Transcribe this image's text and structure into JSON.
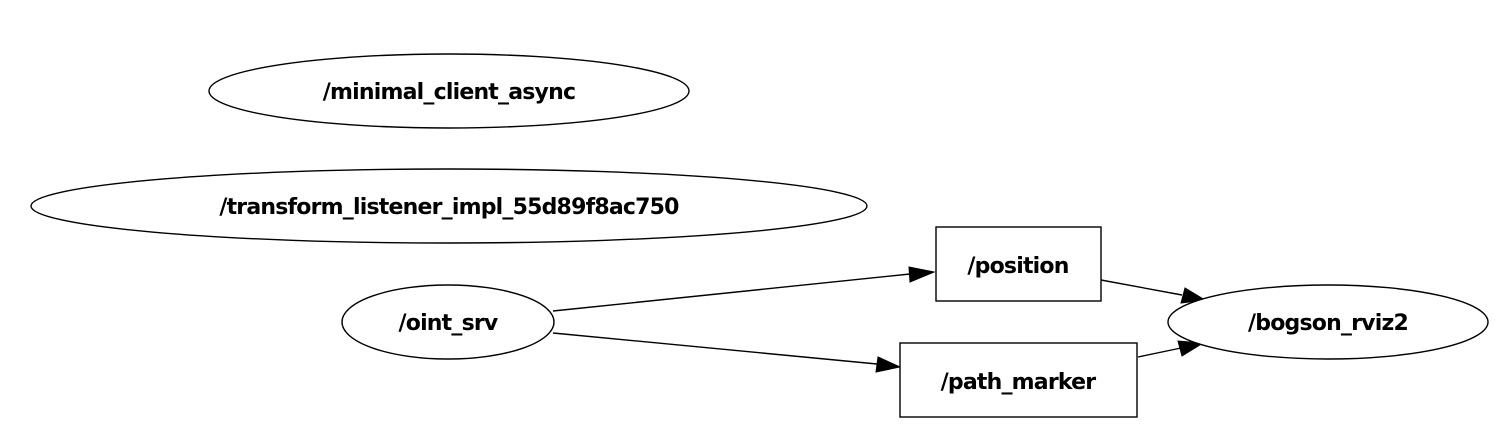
{
  "graph": {
    "nodes": {
      "minimal_client_async": {
        "label": "/minimal_client_async",
        "shape": "ellipse"
      },
      "transform_listener": {
        "label": "/transform_listener_impl_55d89f8ac750",
        "shape": "ellipse"
      },
      "oint_srv": {
        "label": "/oint_srv",
        "shape": "ellipse"
      },
      "position": {
        "label": "/position",
        "shape": "box"
      },
      "path_marker": {
        "label": "/path_marker",
        "shape": "box"
      },
      "bogson_rviz2": {
        "label": "/bogson_rviz2",
        "shape": "ellipse"
      }
    },
    "edges": [
      {
        "from": "oint_srv",
        "to": "position"
      },
      {
        "from": "oint_srv",
        "to": "path_marker"
      },
      {
        "from": "position",
        "to": "bogson_rviz2"
      },
      {
        "from": "path_marker",
        "to": "bogson_rviz2"
      }
    ],
    "colors": {
      "stroke": "#000000",
      "fill": "#ffffff",
      "background": "#ffffff"
    }
  }
}
